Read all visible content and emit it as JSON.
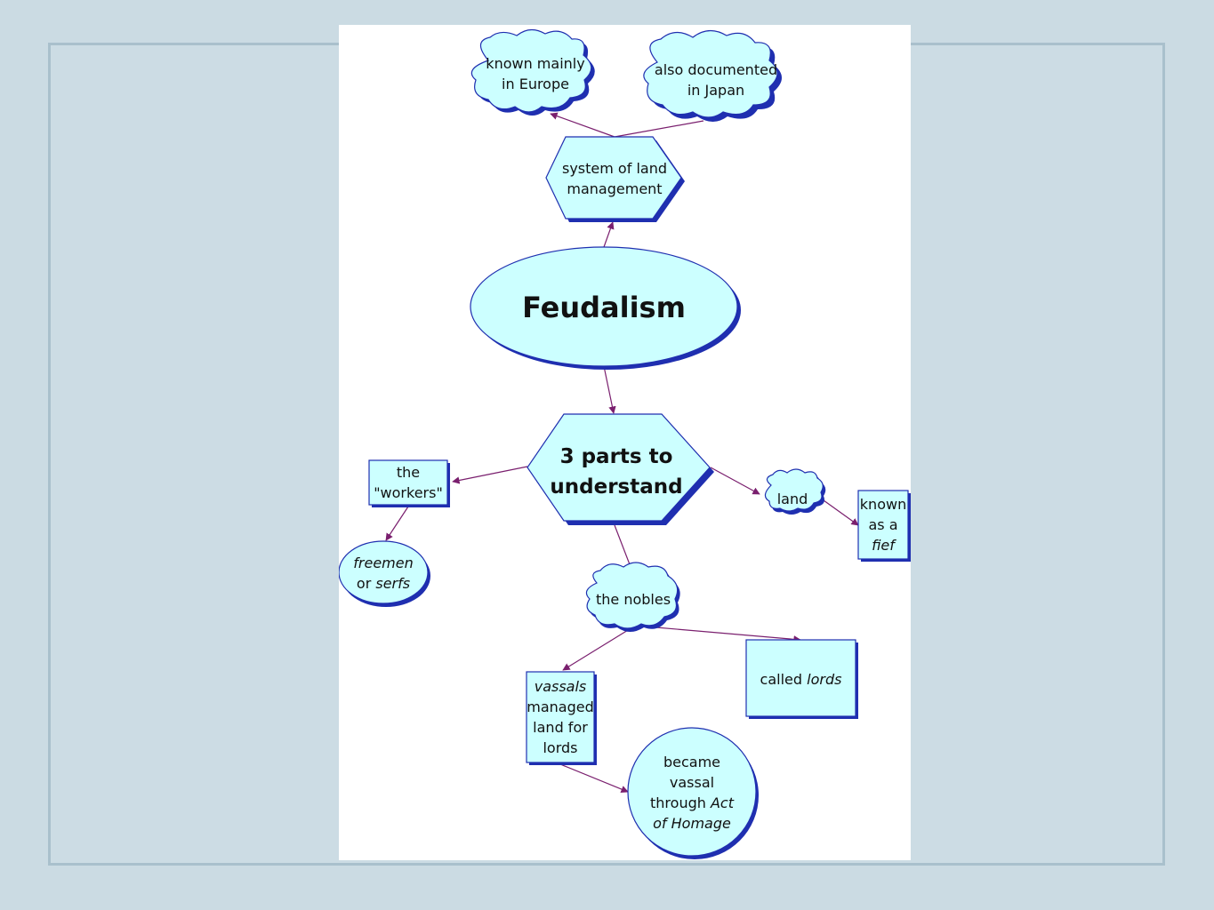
{
  "concept_map": {
    "central": "Feudalism",
    "nodes": {
      "system": "system of land\nmanagement",
      "europe": "known mainly\nin Europe",
      "japan": "also documented\nin Japan",
      "three_parts": "3 parts to\nunderstand",
      "workers": "the\n\"workers\"",
      "freemen_a": "freemen",
      "freemen_b": "or ",
      "freemen_c": "serfs",
      "land": "land",
      "fief_a": "known\nas a\n",
      "fief_b": "fief",
      "nobles": "the nobles",
      "vassals_a": "vassals",
      "vassals_b": "\nmanaged\nland for\nlords",
      "lords_a": "called ",
      "lords_b": "lords",
      "homage_a": "became\nvassal\nthrough ",
      "homage_b": "Act\nof Homage"
    }
  },
  "colors": {
    "fill": "#ccffff",
    "shadow": "#1f2fb0",
    "arrow": "#7a1f6e",
    "frame": "#a9c0cc",
    "background": "#cbdbe3"
  }
}
